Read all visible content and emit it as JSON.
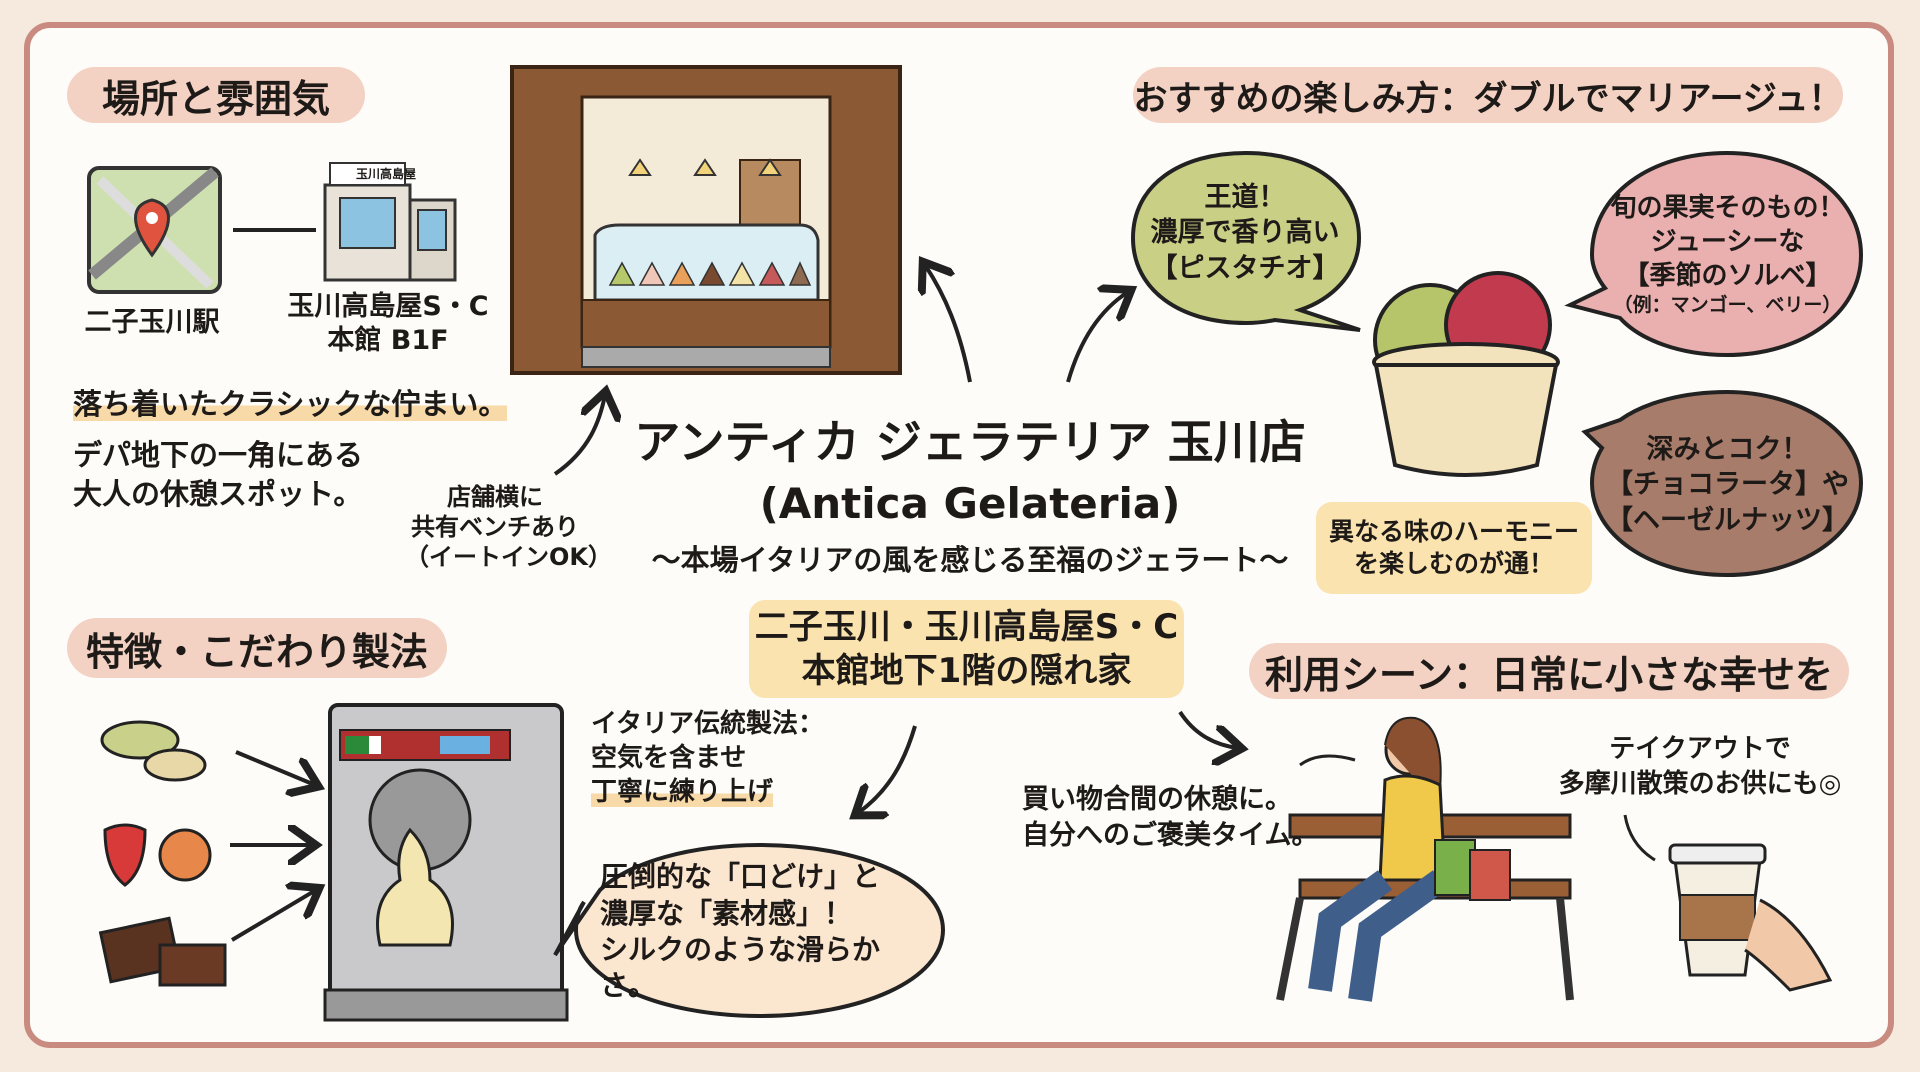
{
  "colors": {
    "frame": "#c98a80",
    "pill": "#f3d2c3",
    "yellow_box": "#fbe3b0",
    "green_bubble": "#c9cf85",
    "pink_bubble": "#eab0b0",
    "brown_bubble": "#a87c6a",
    "cream_bubble": "#fbe6d0"
  },
  "sections": {
    "location": {
      "title": "場所と雰囲気",
      "station": "二子玉川駅",
      "building_sign": "玉川高島屋",
      "building_line1": "玉川高島屋S・C",
      "building_line2": "本館 B1F",
      "tagline": "落ち着いたクラシックな佇まい。",
      "desc_line1": "デパ地下の一角にある",
      "desc_line2": "大人の休憩スポット。",
      "bench_line1": "店舗横に",
      "bench_line2": "共有ベンチあり",
      "bench_line3": "（イートインOK）"
    },
    "recommend": {
      "title": "おすすめの楽しみ方：ダブルでマリアージュ！",
      "pistachio": [
        "王道！",
        "濃厚で香り高い",
        "【ピスタチオ】"
      ],
      "sorbet": [
        "旬の果実そのもの！",
        "ジューシーな",
        "【季節のソルベ】",
        "（例：マンゴー、ベリー）"
      ],
      "choco": [
        "深みとコク！",
        "【チョコラータ】や",
        "【ヘーゼルナッツ】"
      ],
      "harmony": [
        "異なる味のハーモニー",
        "を楽しむのが通！"
      ]
    },
    "center": {
      "title": "アンティカ ジェラテリア 玉川店",
      "subtitle": "(Antica Gelateria)",
      "catch": "〜本場イタリアの風を感じる至福のジェラート〜",
      "place_line1": "二子玉川・玉川高島屋S・C",
      "place_line2": "本館地下1階の隠れ家"
    },
    "features": {
      "title": "特徴・こだわり製法",
      "method": [
        "イタリア伝統製法：",
        "空気を含ませ",
        "丁寧に練り上げ"
      ],
      "texture": [
        "圧倒的な「口どけ」と",
        "濃厚な「素材感」！",
        "シルクのような滑らかさ。"
      ]
    },
    "scenes": {
      "title": "利用シーン：日常に小さな幸せを",
      "break_line1": "買い物合間の休憩に。",
      "break_line2": "自分へのご褒美タイム。",
      "takeout_line1": "テイクアウトで",
      "takeout_line2": "多摩川散策のお供にも◎"
    }
  }
}
